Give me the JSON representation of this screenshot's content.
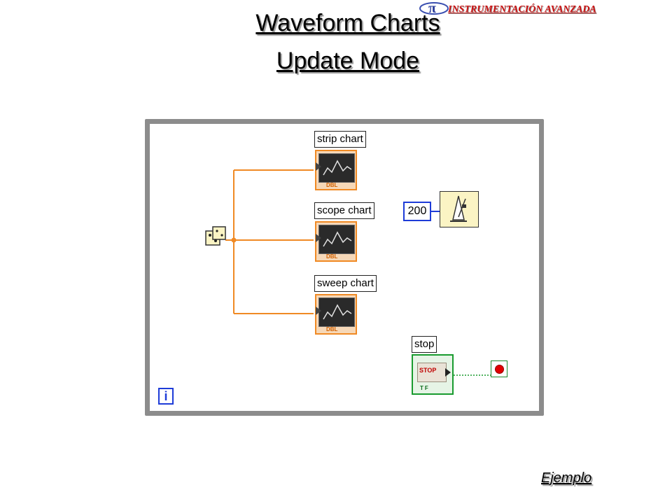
{
  "header": {
    "brand": "INSTRUMENTACIÓN AVANZADA",
    "brand_color": "#cc1010"
  },
  "slide": {
    "title_line1": "Waveform Charts",
    "title_line2": "Update Mode",
    "footer_link": "Ejemplo"
  },
  "diagram": {
    "charts": [
      {
        "label": "strip chart",
        "type_badge": "DBL"
      },
      {
        "label": "scope chart",
        "type_badge": "DBL"
      },
      {
        "label": "sweep chart",
        "type_badge": "DBL"
      }
    ],
    "wait_constant": "200",
    "stop_label": "stop",
    "stop_button_text": "STOP",
    "stop_tf": "TF",
    "iteration_terminal": "i",
    "colors": {
      "loop_border": "#8c8c8c",
      "wire_double": "#f08a24",
      "integer_const": "#1e3cd8",
      "boolean": "#199b2f"
    },
    "icons": [
      "dice-icon",
      "metronome-icon",
      "stop-condition-icon",
      "waveform-chart-icon"
    ]
  }
}
